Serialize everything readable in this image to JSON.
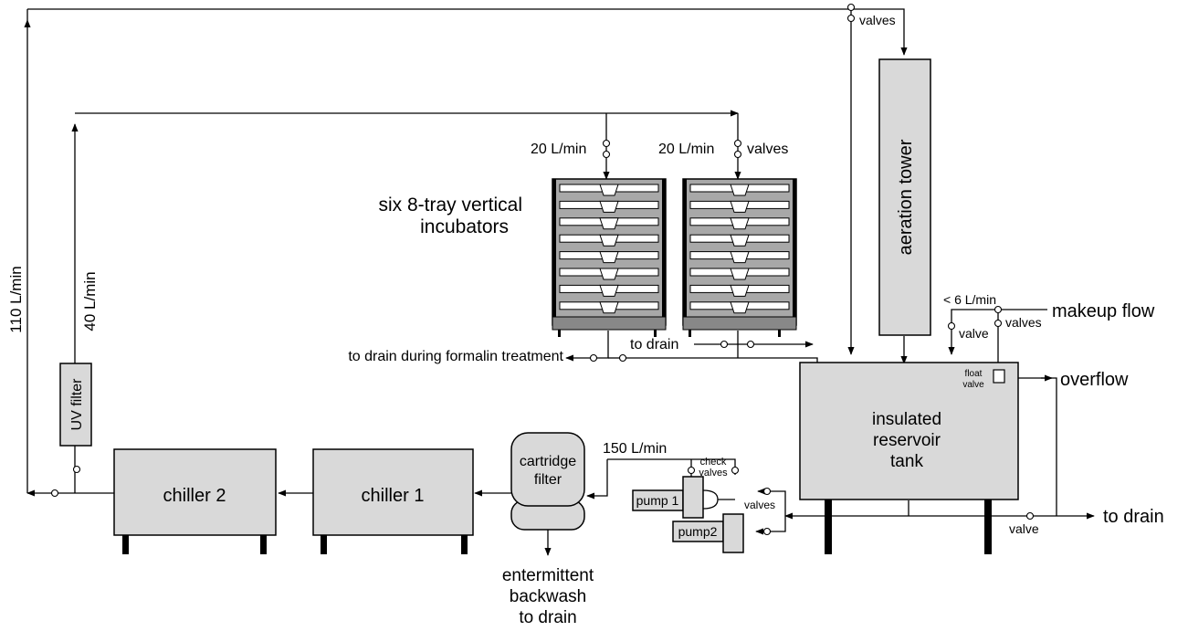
{
  "labels": {
    "top_valves": "valves",
    "aeration_tower": "aeration tower",
    "flow_20_left": "20 L/min",
    "flow_20_right": "20 L/min",
    "incubator_valves": "valves",
    "incubators_line1": "six 8-tray vertical",
    "incubators_line2": "incubators",
    "flow_110": "110 L/min",
    "flow_40": "40 L/min",
    "uv_filter": "UV filter",
    "chiller2": "chiller 2",
    "chiller1": "chiller 1",
    "cartridge_line1": "cartridge",
    "cartridge_line2": "filter",
    "backwash_line1": "entermittent",
    "backwash_line2": "backwash",
    "backwash_line3": "to drain",
    "flow_150": "150 L/min",
    "check_line1": "check",
    "check_line2": "valves",
    "pump1": "pump 1",
    "pump2": "pump2",
    "pump_valves": "valves",
    "to_drain_formalin": "to drain during formalin treatment",
    "to_drain_incubators": "to drain",
    "makeup_lt": "< 6 L/min",
    "makeup_flow": "makeup flow",
    "makeup_valve": "valve",
    "makeup_valves": "valves",
    "float_line1": "float",
    "float_line2": "valve",
    "overflow": "overflow",
    "reservoir_line1": "insulated",
    "reservoir_line2": "reservoir",
    "reservoir_line3": "tank",
    "drain_valve": "valve",
    "to_drain_main": "to drain"
  }
}
